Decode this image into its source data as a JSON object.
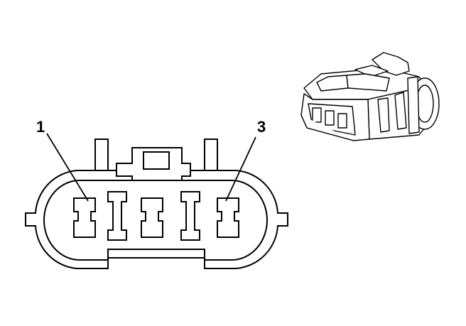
{
  "pin_labels": [
    {
      "id": "pin-1",
      "text": "1"
    },
    {
      "id": "pin-3",
      "text": "3"
    }
  ],
  "colors": {
    "background": "#ffffff",
    "line": "#000000",
    "fill": "#ffffff"
  }
}
